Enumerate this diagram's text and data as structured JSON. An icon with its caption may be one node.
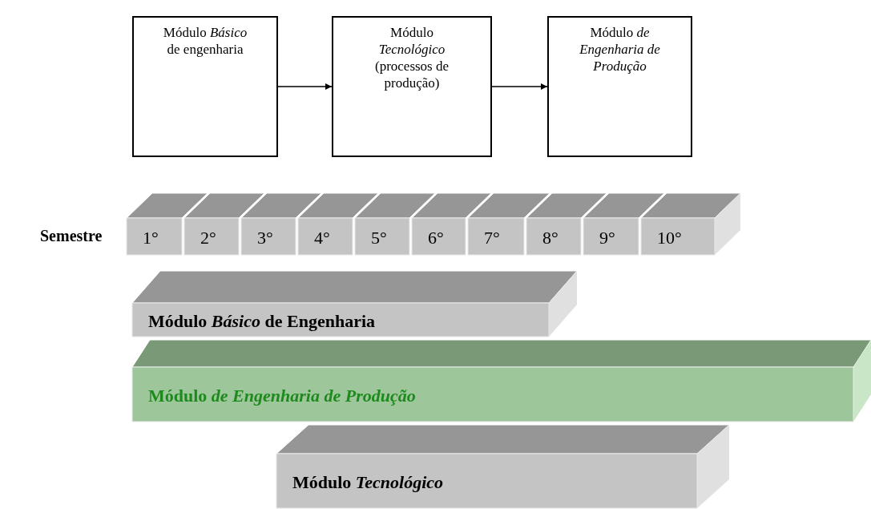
{
  "diagram": {
    "nodes": [
      {
        "text": [
          "Módulo *Básico* de engenharia"
        ]
      },
      {
        "text": [
          "Módulo *Tecnológico* (processos de produção)"
        ]
      },
      {
        "text": [
          "Módulo *de Engenharia de Produção*"
        ]
      },
      {
        "text": [
          "1°"
        ]
      },
      {
        "text": [
          "2°"
        ]
      },
      {
        "text": [
          "3°"
        ]
      },
      {
        "text": [
          "4°"
        ]
      },
      {
        "text": [
          "5°"
        ]
      },
      {
        "text": [
          "6°"
        ]
      },
      {
        "text": [
          "7°"
        ]
      },
      {
        "text": [
          "8°"
        ]
      },
      {
        "text": [
          "9°"
        ]
      },
      {
        "text": [
          "10°"
        ]
      },
      {
        "text": [
          "Módulo *Básico* de Engenharia"
        ]
      },
      {
        "text": [
          "Módulo *de Engenharia de Produção*"
        ]
      },
      {
        "text": [
          "Módulo *Tecnológico*"
        ]
      }
    ],
    "edges": [
      {
        "from": 0,
        "to": 1,
        "arrow": "to"
      },
      {
        "from": 1,
        "to": 2,
        "arrow": "to"
      }
    ],
    "labels": [
      "Semestre"
    ]
  }
}
